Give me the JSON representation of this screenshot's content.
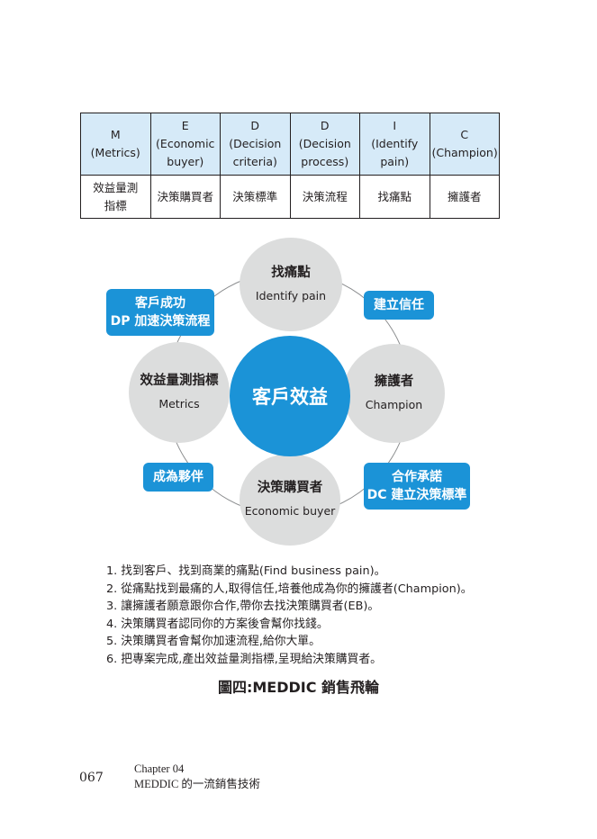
{
  "table": {
    "header": [
      [
        "M",
        "(Metrics)"
      ],
      [
        "E",
        "(Economic",
        "buyer)"
      ],
      [
        "D",
        "(Decision",
        "criteria)"
      ],
      [
        "D",
        "(Decision",
        "process)"
      ],
      [
        "I",
        "(Identify",
        "pain)"
      ],
      [
        "C",
        "(Champion)"
      ]
    ],
    "row": [
      [
        "效益量測",
        "指標"
      ],
      [
        "決策購買者"
      ],
      [
        "決策標準"
      ],
      [
        "決策流程"
      ],
      [
        "找痛點"
      ],
      [
        "擁護者"
      ]
    ]
  },
  "diagram": {
    "center": "客戶效益",
    "nodes": {
      "top": {
        "zh": "找痛點",
        "en": "Identify pain"
      },
      "right": {
        "zh": "擁護者",
        "en": "Champion"
      },
      "bottom": {
        "zh": "決策購買者",
        "en": "Economic buyer"
      },
      "left": {
        "zh": "效益量測指標",
        "en": "Metrics"
      }
    },
    "tags": {
      "top_left": [
        "客戶成功",
        "DP 加速決策流程"
      ],
      "top_right": [
        "建立信任"
      ],
      "bottom_right": [
        "合作承諾",
        "DC 建立決策標準"
      ],
      "bottom_left": [
        "成為夥伴"
      ]
    },
    "colors": {
      "accent": "#1b93d7",
      "node": "#dcdddd",
      "header_fill": "#d6eaf8"
    }
  },
  "steps": [
    "1. 找到客戶、找到商業的痛點(Find business pain)。",
    "2. 從痛點找到最痛的人,取得信任,培養他成為你的擁護者(Champion)。",
    "3. 讓擁護者願意跟你合作,帶你去找決策購買者(EB)。",
    "4. 決策購買者認同你的方案後會幫你找錢。",
    "5. 決策購買者會幫你加速流程,給你大單。",
    "6. 把專案完成,產出效益量測指標,呈現給決策購買者。"
  ],
  "caption": "圖四:MEDDIC 銷售飛輪",
  "footer": {
    "page_number": "067",
    "chapter": "Chapter 04",
    "chapter_title": "MEDDIC 的一流銷售技術"
  }
}
